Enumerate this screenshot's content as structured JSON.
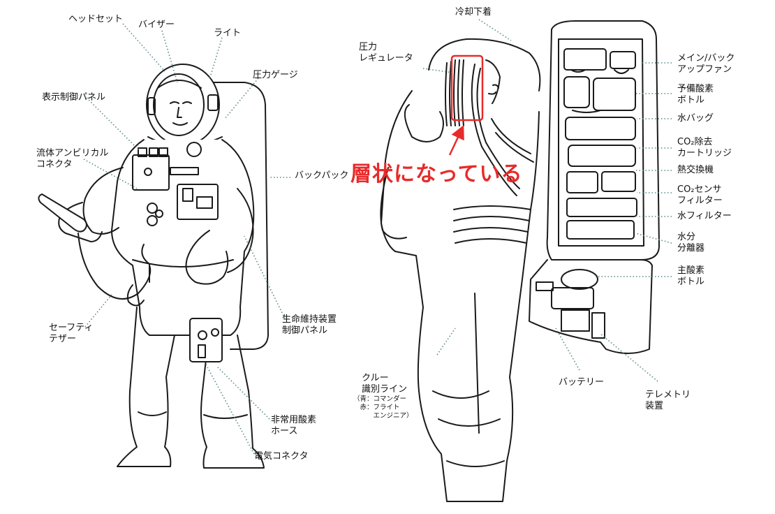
{
  "labels": {
    "headset": "ヘッドセット",
    "visor": "バイザー",
    "light": "ライト",
    "pressure_gauge": "圧力ゲージ",
    "display_control_panel": "表示制御パネル",
    "fluid_umbilical_connector": "流体アンビリカル\nコネクタ",
    "backpack": "バックパック",
    "life_support_control_panel": "生命維持装置\n制御パネル",
    "safety_tether": "セーフティ\nテザー",
    "emergency_oxygen_hose": "非常用酸素\nホース",
    "electrical_connector": "電気コネクタ",
    "cooling_undergarment": "冷却下着",
    "pressure_regulator": "圧力\nレギュレータ",
    "crew_id_line": "クルー\n識別ライン",
    "crew_id_note": "（青：コマンダー\n　赤：フライト\n　　　エンジニア）",
    "main_backup_fan": "メイン/バック\nアップファン",
    "reserve_oxygen_bottle": "予備酸素\nボトル",
    "water_bag": "水バッグ",
    "co2_removal_cartridge": "CO₂除去\nカートリッジ",
    "heat_exchanger": "熱交換機",
    "co2_sensor_filter": "CO₂センサ\nフィルター",
    "water_filter": "水フィルター",
    "water_separator": "水分\n分離器",
    "main_oxygen_bottle": "主酸素\nボトル",
    "battery": "バッテリー",
    "telemetry_device": "テレメトリ\n装置"
  },
  "annotation": {
    "text": "層状になっている",
    "color": "#e82a2a"
  },
  "colors": {
    "line_art": "#1a1a1a",
    "leader_line": "#5a8a8a",
    "highlight": "#e82a2a"
  }
}
